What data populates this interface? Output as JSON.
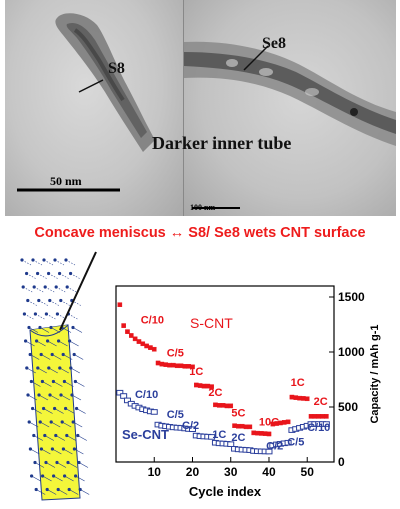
{
  "tem": {
    "left_label": "S8",
    "right_label": "Se8",
    "left_scale": "50 nm",
    "right_scale": "100 nm",
    "overlay_caption": "Darker inner tube"
  },
  "caption": "Concave meniscus ↔ S8/ Se8 wets CNT surface",
  "chart_data": {
    "type": "scatter",
    "xlabel": "Cycle index",
    "ylabel": "Capacity / mAh g-1",
    "xlim": [
      0,
      57
    ],
    "ylim": [
      0,
      1600
    ],
    "xticks": [
      10,
      20,
      30,
      40,
      50
    ],
    "yticks": [
      0,
      500,
      1000,
      1500
    ],
    "grid": false,
    "series": [
      {
        "name": "S-CNT",
        "color": "#e8151b",
        "marker": "filled-square",
        "x": [
          1,
          2,
          3,
          4,
          5,
          6,
          7,
          8,
          9,
          10,
          11,
          12,
          13,
          14,
          15,
          16,
          17,
          18,
          19,
          20,
          21,
          22,
          23,
          24,
          25,
          26,
          27,
          28,
          29,
          30,
          31,
          32,
          33,
          34,
          35,
          36,
          37,
          38,
          39,
          40,
          41,
          42,
          43,
          44,
          45,
          46,
          47,
          48,
          49,
          50,
          51,
          52,
          53,
          54,
          55
        ],
        "values": [
          1430,
          1240,
          1185,
          1150,
          1120,
          1095,
          1075,
          1055,
          1040,
          1025,
          900,
          890,
          885,
          880,
          880,
          875,
          875,
          870,
          870,
          865,
          700,
          695,
          690,
          690,
          685,
          520,
          515,
          515,
          510,
          510,
          330,
          325,
          325,
          320,
          320,
          265,
          262,
          260,
          258,
          255,
          345,
          350,
          355,
          360,
          365,
          590,
          585,
          580,
          578,
          575,
          415,
          415,
          415,
          415,
          415
        ]
      },
      {
        "name": "Se-CNT",
        "color": "#2b3f9c",
        "marker": "open-square",
        "x": [
          1,
          2,
          3,
          4,
          5,
          6,
          7,
          8,
          9,
          10,
          11,
          12,
          13,
          14,
          15,
          16,
          17,
          18,
          19,
          20,
          21,
          22,
          23,
          24,
          25,
          26,
          27,
          28,
          29,
          30,
          31,
          32,
          33,
          34,
          35,
          36,
          37,
          38,
          39,
          40,
          41,
          42,
          43,
          44,
          45,
          46,
          47,
          48,
          49,
          50,
          51,
          52,
          53,
          54,
          55
        ],
        "values": [
          630,
          600,
          560,
          530,
          510,
          495,
          480,
          470,
          460,
          455,
          340,
          330,
          325,
          320,
          315,
          312,
          310,
          305,
          300,
          298,
          240,
          235,
          232,
          230,
          228,
          175,
          170,
          168,
          165,
          162,
          120,
          115,
          112,
          110,
          108,
          100,
          98,
          97,
          96,
          95,
          150,
          160,
          165,
          170,
          175,
          290,
          300,
          310,
          320,
          330,
          345,
          345,
          345,
          345,
          345
        ]
      }
    ],
    "annotations": [
      {
        "text": "C/10",
        "x": 9.5,
        "y": 1260,
        "color": "#e8151b"
      },
      {
        "text": "C/5",
        "x": 15.5,
        "y": 960,
        "color": "#e8151b"
      },
      {
        "text": "1C",
        "x": 21,
        "y": 790,
        "color": "#e8151b"
      },
      {
        "text": "2C",
        "x": 26,
        "y": 600,
        "color": "#e8151b"
      },
      {
        "text": "5C",
        "x": 32,
        "y": 415,
        "color": "#e8151b"
      },
      {
        "text": "10C",
        "x": 40,
        "y": 330,
        "color": "#e8151b"
      },
      {
        "text": "1C",
        "x": 47.5,
        "y": 690,
        "color": "#e8151b"
      },
      {
        "text": "2C",
        "x": 53.5,
        "y": 520,
        "color": "#e8151b"
      },
      {
        "text": "C/10",
        "x": 8,
        "y": 580,
        "color": "#2b3f9c"
      },
      {
        "text": "C/5",
        "x": 15.5,
        "y": 400,
        "color": "#2b3f9c"
      },
      {
        "text": "C/2",
        "x": 19.5,
        "y": 300,
        "color": "#2b3f9c"
      },
      {
        "text": "1C",
        "x": 27,
        "y": 220,
        "color": "#2b3f9c"
      },
      {
        "text": "2C",
        "x": 32,
        "y": 190,
        "color": "#2b3f9c"
      },
      {
        "text": "C/2",
        "x": 41.5,
        "y": 115,
        "color": "#2b3f9c"
      },
      {
        "text": "C/5",
        "x": 47,
        "y": 150,
        "color": "#2b3f9c"
      },
      {
        "text": "C/10",
        "x": 53,
        "y": 280,
        "color": "#2b3f9c"
      }
    ]
  }
}
